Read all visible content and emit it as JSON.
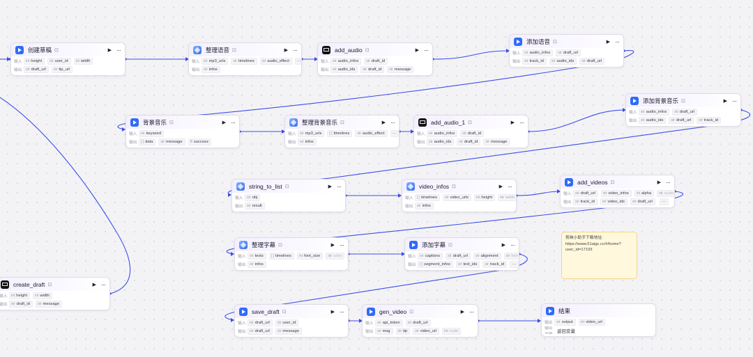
{
  "canvas": {
    "accent": "#3b4ee8",
    "note_bg": "#fff8dc"
  },
  "labels": {
    "in": "输入",
    "out": "输出",
    "out_var": "输出变量"
  },
  "nodes": {
    "n1": {
      "title": "创建草稿",
      "icon": "jianying-icon",
      "in": [
        [
          "int",
          "height"
        ],
        [
          "str",
          "user_id"
        ],
        [
          "int",
          "width"
        ]
      ],
      "out": [
        [
          "str",
          "draft_url"
        ],
        [
          "str",
          "tip_url"
        ]
      ]
    },
    "n2": {
      "title": "整理语音",
      "icon": "code-cube-icon",
      "in": [
        [
          "str",
          "mp3_urls"
        ],
        [
          "str",
          "timelines"
        ],
        [
          "str",
          "audio_effect"
        ]
      ],
      "in_more": true,
      "out": [
        [
          "str",
          "infos"
        ]
      ]
    },
    "n3": {
      "title": "add_audio",
      "icon": "film-icon",
      "in": [
        [
          "str",
          "audio_infos"
        ],
        [
          "str",
          "draft_id"
        ]
      ],
      "out": [
        [
          "str",
          "audio_ids"
        ],
        [
          "str",
          "draft_id"
        ],
        [
          "str",
          "message"
        ]
      ]
    },
    "n4": {
      "title": "添加语音",
      "icon": "jianying-icon",
      "in": [
        [
          "str",
          "audio_infos"
        ],
        [
          "str",
          "draft_url"
        ]
      ],
      "out": [
        [
          "str",
          "track_id"
        ],
        [
          "str",
          "audio_ids"
        ],
        [
          "str",
          "draft_url"
        ]
      ]
    },
    "n5": {
      "title": "背景音乐",
      "icon": "jianying-icon",
      "in": [
        [
          "str",
          "keyword"
        ]
      ],
      "out": [
        [
          "[ ]",
          "data"
        ],
        [
          "str",
          "message"
        ],
        [
          "B",
          "success"
        ]
      ]
    },
    "n6": {
      "title": "整理背景音乐",
      "icon": "code-cube-icon",
      "in": [
        [
          "str",
          "mp3_urls"
        ],
        [
          "[ ]",
          "timelines"
        ],
        [
          "str",
          "audio_effect"
        ]
      ],
      "in_more": true,
      "out": [
        [
          "str",
          "infos"
        ]
      ]
    },
    "n7": {
      "title": "add_audio_1",
      "icon": "film-icon",
      "in": [
        [
          "str",
          "audio_infos"
        ],
        [
          "str",
          "draft_id"
        ]
      ],
      "out": [
        [
          "str",
          "audio_ids"
        ],
        [
          "str",
          "draft_id"
        ],
        [
          "str",
          "message"
        ]
      ]
    },
    "n8": {
      "title": "添加背景音乐",
      "icon": "jianying-icon",
      "in": [
        [
          "str",
          "audio_infos"
        ],
        [
          "str",
          "draft_url"
        ]
      ],
      "out": [
        [
          "str",
          "audio_ids"
        ],
        [
          "str",
          "draft_url"
        ],
        [
          "str",
          "track_id"
        ]
      ]
    },
    "n9": {
      "title": "string_to_list",
      "icon": "code-cube-icon",
      "in": [
        [
          "str",
          "obj"
        ]
      ],
      "out": [
        [
          "str",
          "result"
        ]
      ]
    },
    "n10": {
      "title": "video_infos",
      "icon": "code-cube-icon",
      "in": [
        [
          "[ ]",
          "timelines"
        ],
        [
          "str",
          "video_urls"
        ],
        [
          "int",
          "height"
        ],
        [
          "str",
          "width"
        ]
      ],
      "out": [
        [
          "str",
          "infos"
        ]
      ]
    },
    "n11": {
      "title": "add_videos",
      "icon": "jianying-icon",
      "in": [
        [
          "str",
          "draft_url"
        ],
        [
          "str",
          "video_infos"
        ],
        [
          "int",
          "alpha"
        ],
        [
          "str",
          "scale"
        ]
      ],
      "in_more": true,
      "out": [
        [
          "str",
          "track_id"
        ],
        [
          "str",
          "video_ids"
        ],
        [
          "str",
          "draft_url"
        ]
      ],
      "out_more": true
    },
    "n12": {
      "title": "整理字幕",
      "icon": "code-cube-icon",
      "in": [
        [
          "str",
          "texts"
        ],
        [
          "[ ]",
          "timelines"
        ],
        [
          "int",
          "font_size"
        ],
        [
          "str",
          "color"
        ]
      ],
      "in_more": true,
      "out": [
        [
          "str",
          "infos"
        ]
      ]
    },
    "n13": {
      "title": "添加字幕",
      "icon": "jianying-icon",
      "in": [
        [
          "str",
          "captions"
        ],
        [
          "str",
          "draft_url"
        ],
        [
          "str",
          "alignment"
        ],
        [
          "str",
          "font"
        ]
      ],
      "in_more": true,
      "out": [
        [
          "[ ]",
          "segment_infos"
        ],
        [
          "str",
          "text_ids"
        ],
        [
          "str",
          "track_id"
        ]
      ],
      "out_more": true
    },
    "n14": {
      "title": "create_draft",
      "icon": "film-icon",
      "in": [
        [
          "int",
          "height"
        ],
        [
          "int",
          "width"
        ]
      ],
      "out": [
        [
          "str",
          "draft_id"
        ],
        [
          "str",
          "message"
        ]
      ]
    },
    "n15": {
      "title": "save_draft",
      "icon": "jianying-icon",
      "in": [
        [
          "str",
          "draft_url"
        ],
        [
          "str",
          "user_id"
        ]
      ],
      "out": [
        [
          "str",
          "draft_url"
        ],
        [
          "str",
          "message"
        ]
      ]
    },
    "n16": {
      "title": "gen_video",
      "icon": "jianying-icon",
      "in": [
        [
          "str",
          "api_token"
        ],
        [
          "str",
          "draft_url"
        ]
      ],
      "out": [
        [
          "str",
          "msg"
        ],
        [
          "str",
          "tip"
        ],
        [
          "str",
          "video_url"
        ],
        [
          "int",
          "code"
        ]
      ]
    },
    "end": {
      "title": "结束",
      "icon": "end-node-icon",
      "out": [
        [
          "str",
          "output"
        ],
        [
          "str",
          "video_url"
        ]
      ],
      "out_var": "返回变量"
    }
  },
  "note": {
    "text": "剪映小助手下载地址:\nhttps://www.51aigc.cc/#/home?\nuser_id=17193"
  }
}
